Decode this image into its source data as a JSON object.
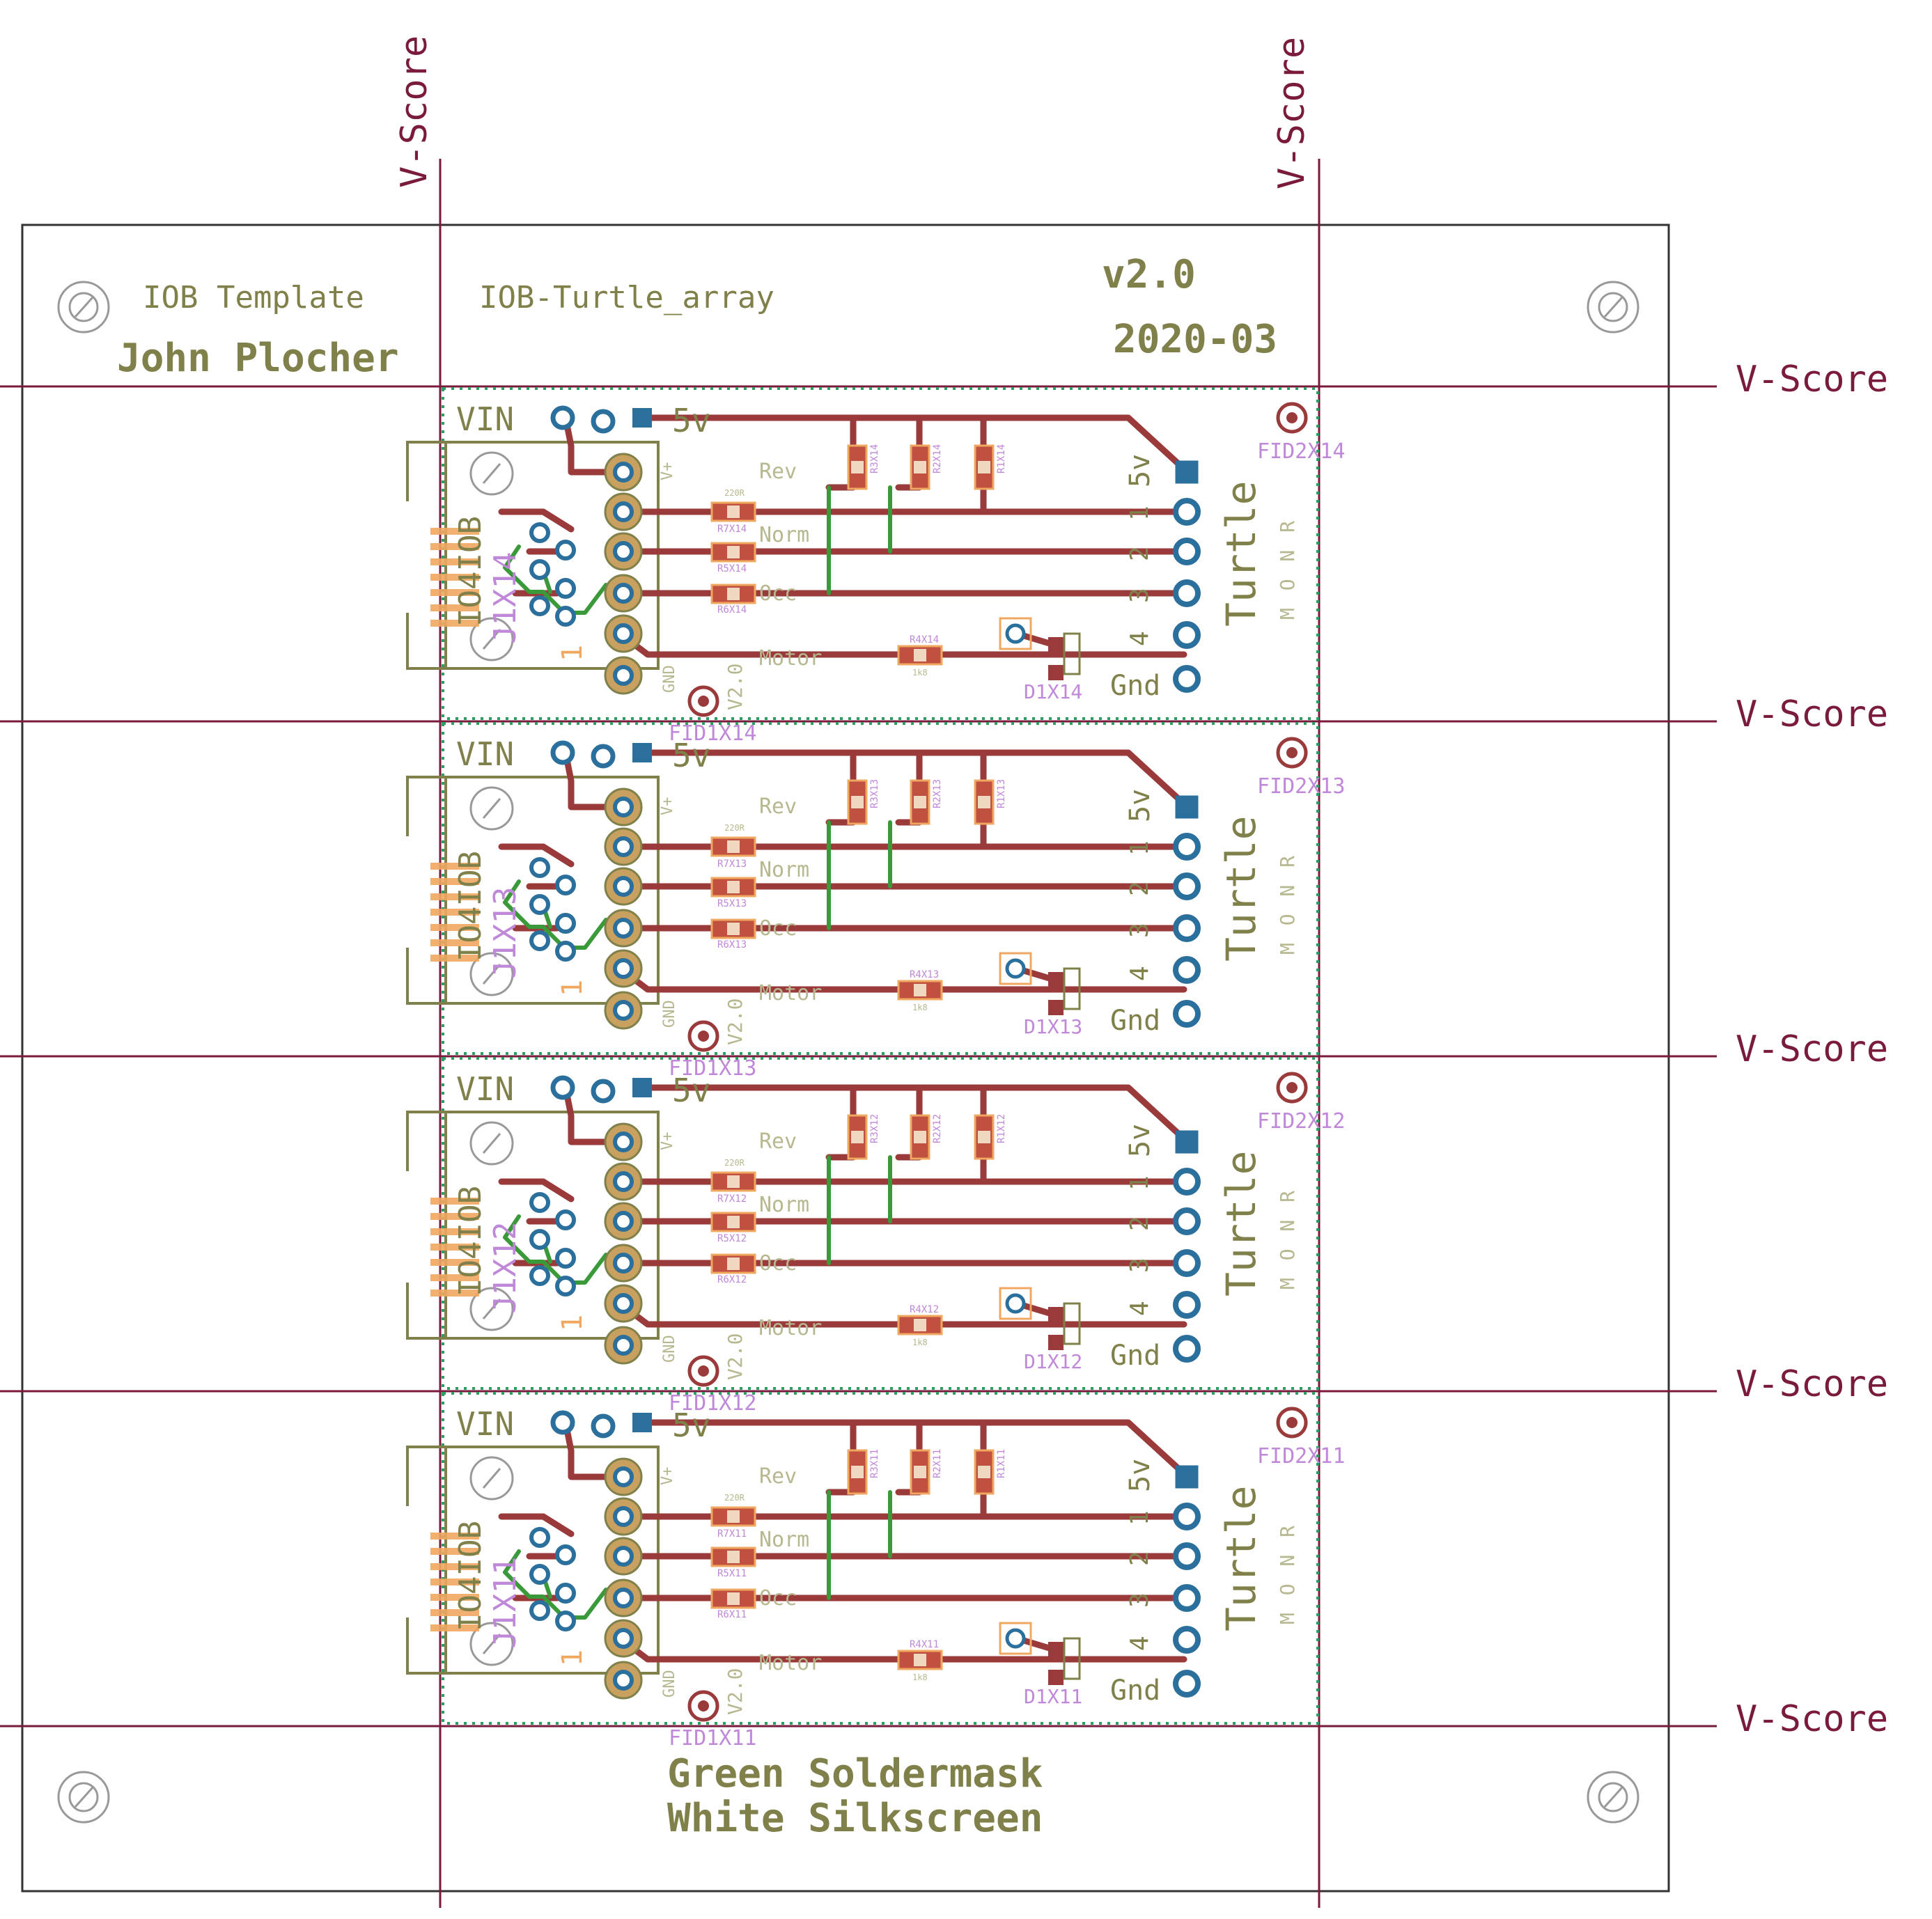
{
  "title_block": {
    "template_label": "IOB Template",
    "project_name": "IOB-Turtle_array",
    "author": "John Plocher",
    "version": "v2.0",
    "date": "2020-03"
  },
  "vscore_label": "V-Score",
  "footer": {
    "line1": "Green Soldermask",
    "line2": "White Silkscreen"
  },
  "panel_labels": {
    "vin": "VIN",
    "five_v_top": "5v",
    "five_v_side": "5v",
    "rev": "Rev",
    "norm": "Norm",
    "occ": "Occ",
    "motor": "Motor",
    "turtle": "Turtle",
    "monr": "M O N R",
    "gnd": "Gnd",
    "pin1": "1",
    "pin2": "2",
    "pin3": "3",
    "pin4": "4",
    "iob": "IO4IOB",
    "vplus": "V+",
    "gnd_small": "GND",
    "board_ver": "V2.0",
    "r_val": "1k8",
    "r_val2": "220R"
  },
  "panels": [
    {
      "suffix": "X14",
      "fid1": "FID1X14",
      "fid2": "FID2X14",
      "d1": "D1X14",
      "j1": "J1X14",
      "r4": "R4X14",
      "r5": "R5X14",
      "r6": "R6X14",
      "r7": "R7X14",
      "r1": "R1X14",
      "r2": "R2X14",
      "r3": "R3X14"
    },
    {
      "suffix": "X13",
      "fid1": "FID1X13",
      "fid2": "FID2X13",
      "d1": "D1X13",
      "j1": "J1X13",
      "r4": "R4X13",
      "r5": "R5X13",
      "r6": "R6X13",
      "r7": "R7X13",
      "r1": "R1X13",
      "r2": "R2X13",
      "r3": "R3X13"
    },
    {
      "suffix": "X12",
      "fid1": "FID1X12",
      "fid2": "FID2X12",
      "d1": "D1X12",
      "j1": "J1X12",
      "r4": "R4X12",
      "r5": "R5X12",
      "r6": "R6X12",
      "r7": "R7X12",
      "r1": "R1X12",
      "r2": "R2X12",
      "r3": "R3X12"
    },
    {
      "suffix": "X11",
      "fid1": "FID1X11",
      "fid2": "FID2X11",
      "d1": "D1X11",
      "j1": "J1X11",
      "r4": "R4X11",
      "r5": "R5X11",
      "r6": "R6X11",
      "r7": "R7X11",
      "r1": "R1X11",
      "r2": "R2X11",
      "r3": "R3X11"
    }
  ],
  "colors": {
    "outline": "#333333",
    "vscore": "#7a1a3c",
    "silk": "#80804a",
    "copper_top": "#9a3a3a",
    "copper_bottom": "#3a9a3a",
    "pad_blue": "#2b6f9c",
    "pad_orange": "#f0a860",
    "label_purple": "#c088d8",
    "dotted": "#2aa060"
  }
}
